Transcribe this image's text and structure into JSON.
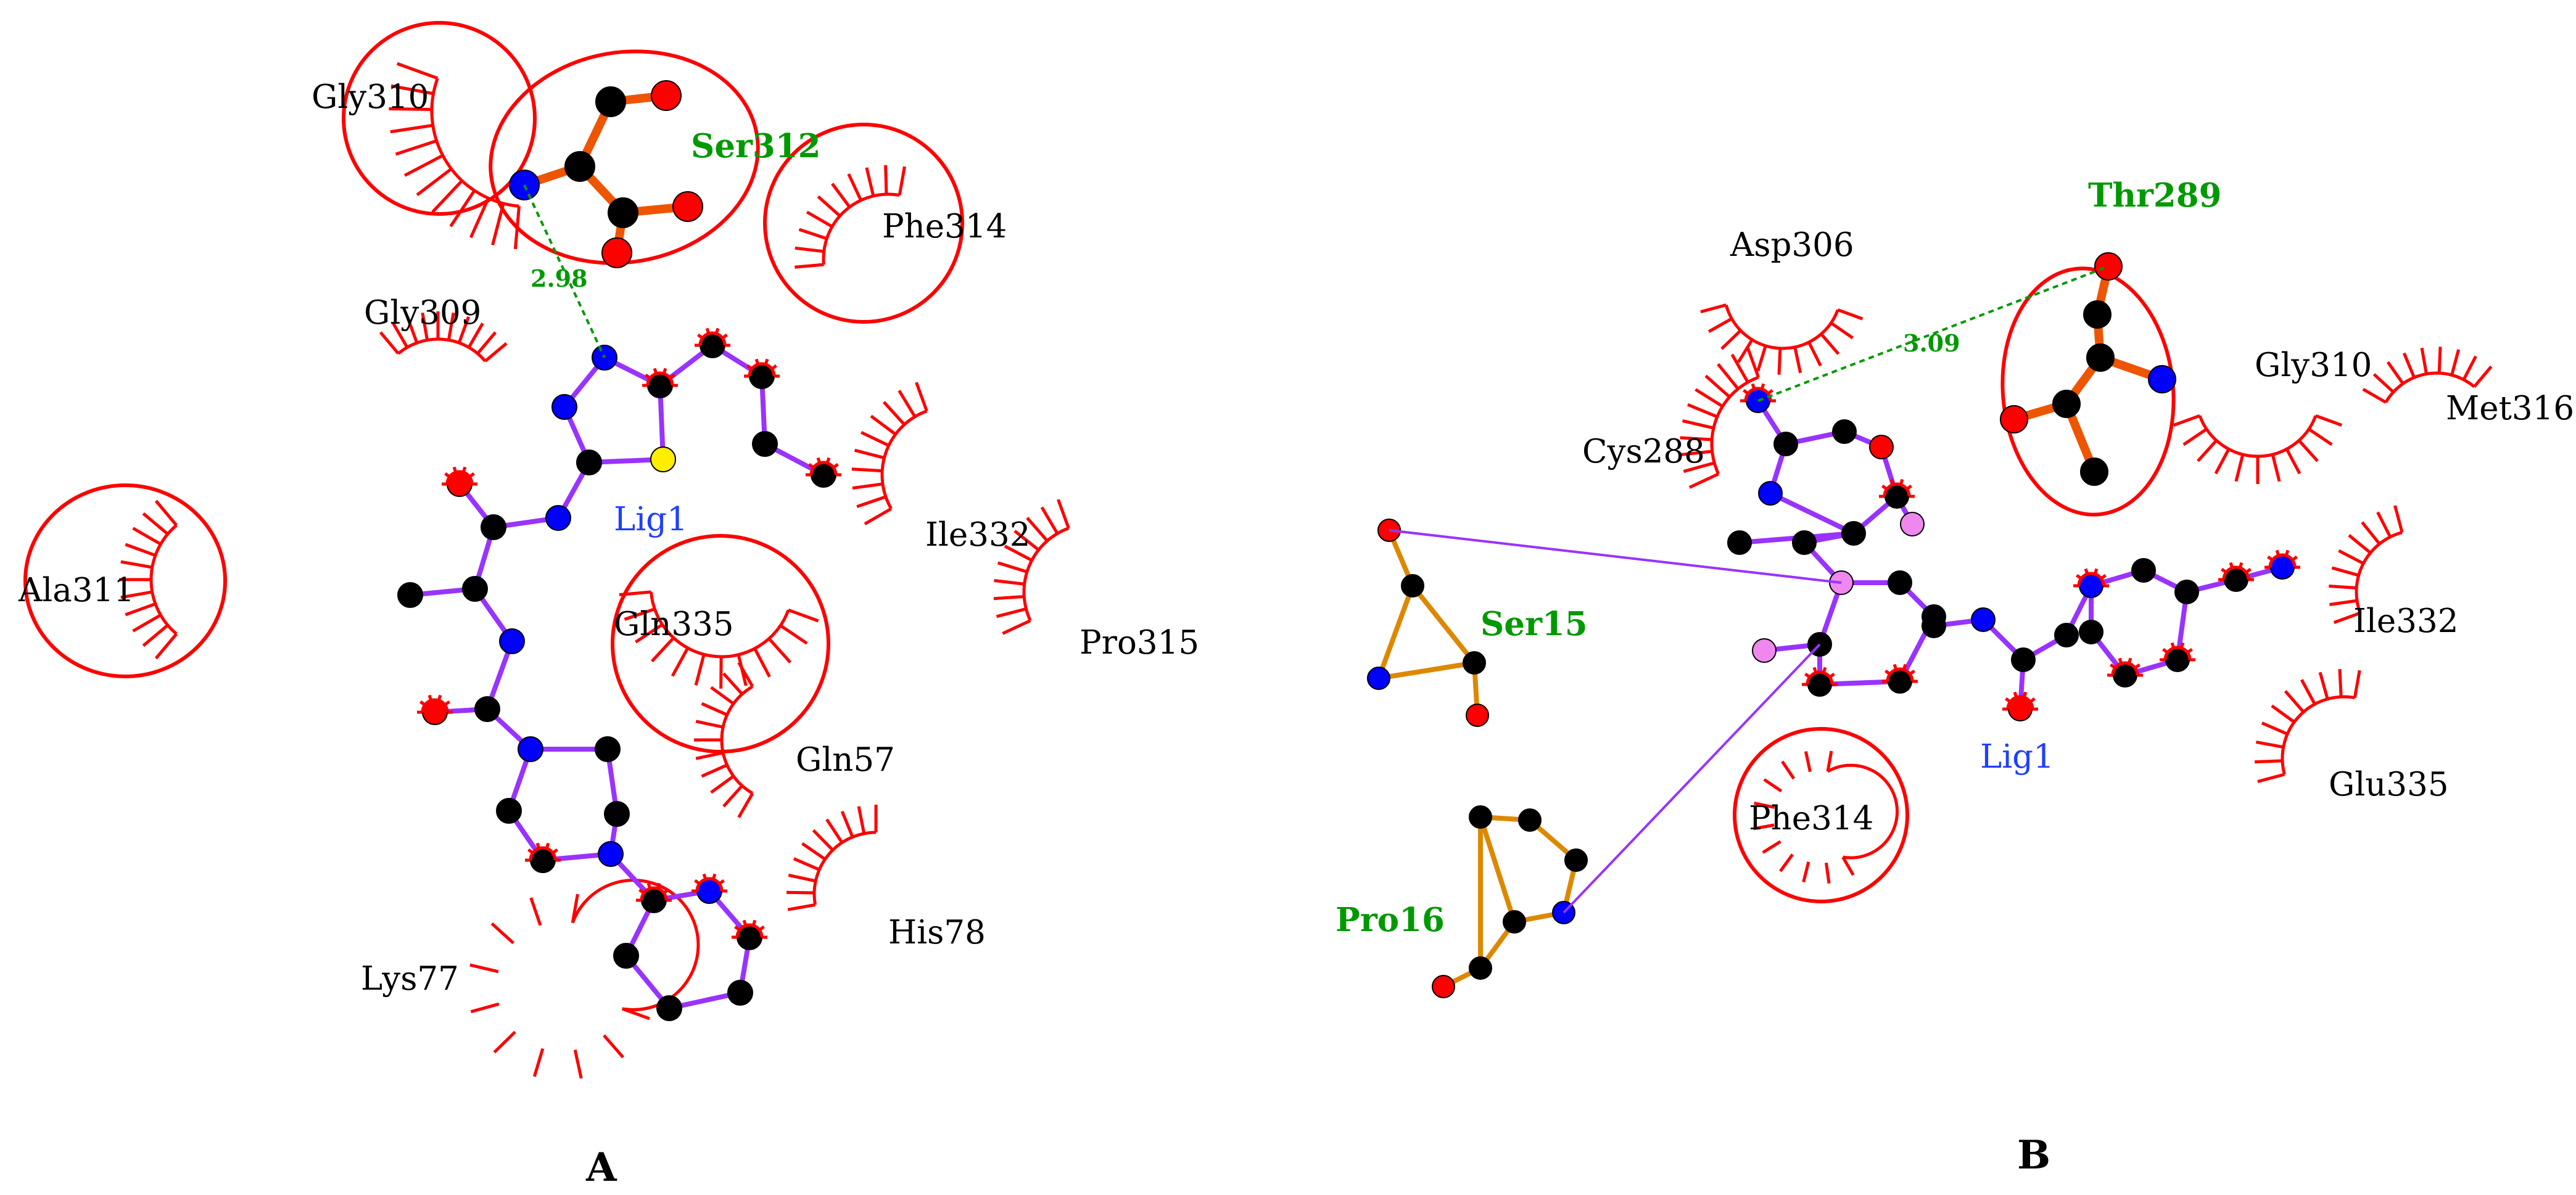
{
  "colors": {
    "arc": "#ff0000",
    "ligand_bond": "#9933ff",
    "residue_bond": "#dd8800",
    "hbond": "#009900",
    "carbon": "#000000",
    "nitrogen": "#0000ff",
    "oxygen": "#ff0000",
    "sulfur": "#ffee00",
    "pink_atom": "#ee88ee",
    "residue_text": "#000000",
    "hbond_residue_text": "#008800",
    "ligand_text": "#1f3fff"
  },
  "panels": [
    {
      "id": "A",
      "label": "A",
      "ligand_label": "Lig1",
      "hbond_residues": [
        "Ser312"
      ],
      "hbond_distance": "2.98",
      "hydrophobic_residues": [
        "Gly310",
        "Phe314",
        "Gly309",
        "Ala311",
        "Ile332",
        "Pro315",
        "Gln335",
        "Gln57",
        "His78",
        "Lys77"
      ]
    },
    {
      "id": "B",
      "label": "B",
      "ligand_label": "Lig1",
      "hbond_residues": [
        "Thr289",
        "Ser15",
        "Pro16"
      ],
      "hbond_distance": "3.09",
      "hydrophobic_residues": [
        "Asp306",
        "Gly310",
        "Met316",
        "Cys288",
        "Ile332",
        "Glu335",
        "Phe314"
      ]
    }
  ]
}
